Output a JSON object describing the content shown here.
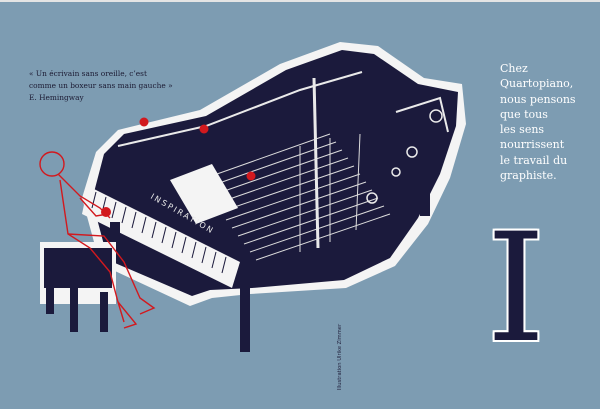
{
  "quote": {
    "lines": [
      "« Un écrivain sans oreille, c’est",
      "comme un boxeur sans main gauche »",
      "E. Hemingway"
    ]
  },
  "statement": {
    "lines": [
      "Chez",
      "Quartopiano,",
      "nous pensons",
      "que tous",
      "les sens",
      "nourrissent",
      "le travail du",
      "graphiste."
    ]
  },
  "piano": {
    "brand": "INSPIRATION"
  },
  "big_letter": "I",
  "credit": "Illustration Ulrike Zimmer",
  "colors": {
    "background": "#7d9cb2",
    "piano": "#1b1a3c",
    "accent_red": "#d2191e",
    "text_white": "#ffffff"
  }
}
